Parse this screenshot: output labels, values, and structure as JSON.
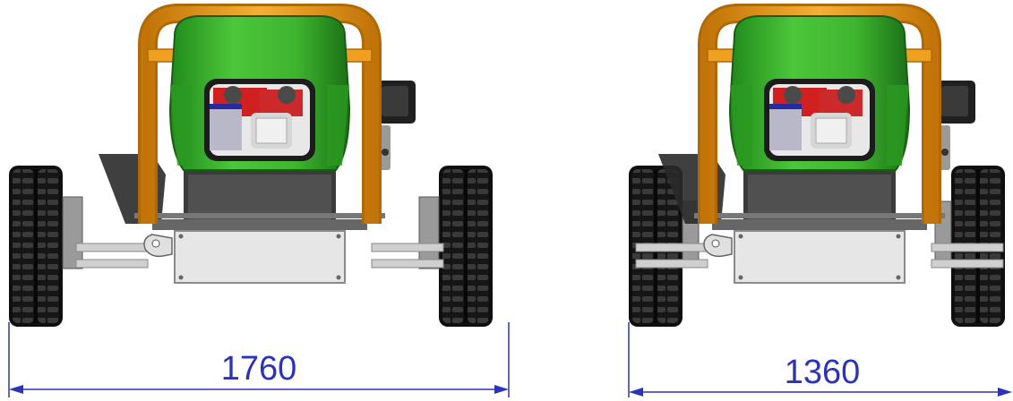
{
  "views": [
    {
      "name": "wide-track",
      "dimension_label": "1760"
    },
    {
      "name": "narrow-track",
      "dimension_label": "1360"
    }
  ],
  "colors": {
    "frame": "#f0a020",
    "frame_dark": "#b06a05",
    "body": "#3fb52f",
    "body_dark": "#1e7a18",
    "tire": "#151515",
    "tread": "#3a3a3a",
    "deck": "#e6e6e6",
    "deck_edge": "#8a8a8a",
    "engine_red": "#d02020",
    "engine_grey": "#c8c8c8",
    "dimension_line": "#2b34b8"
  }
}
